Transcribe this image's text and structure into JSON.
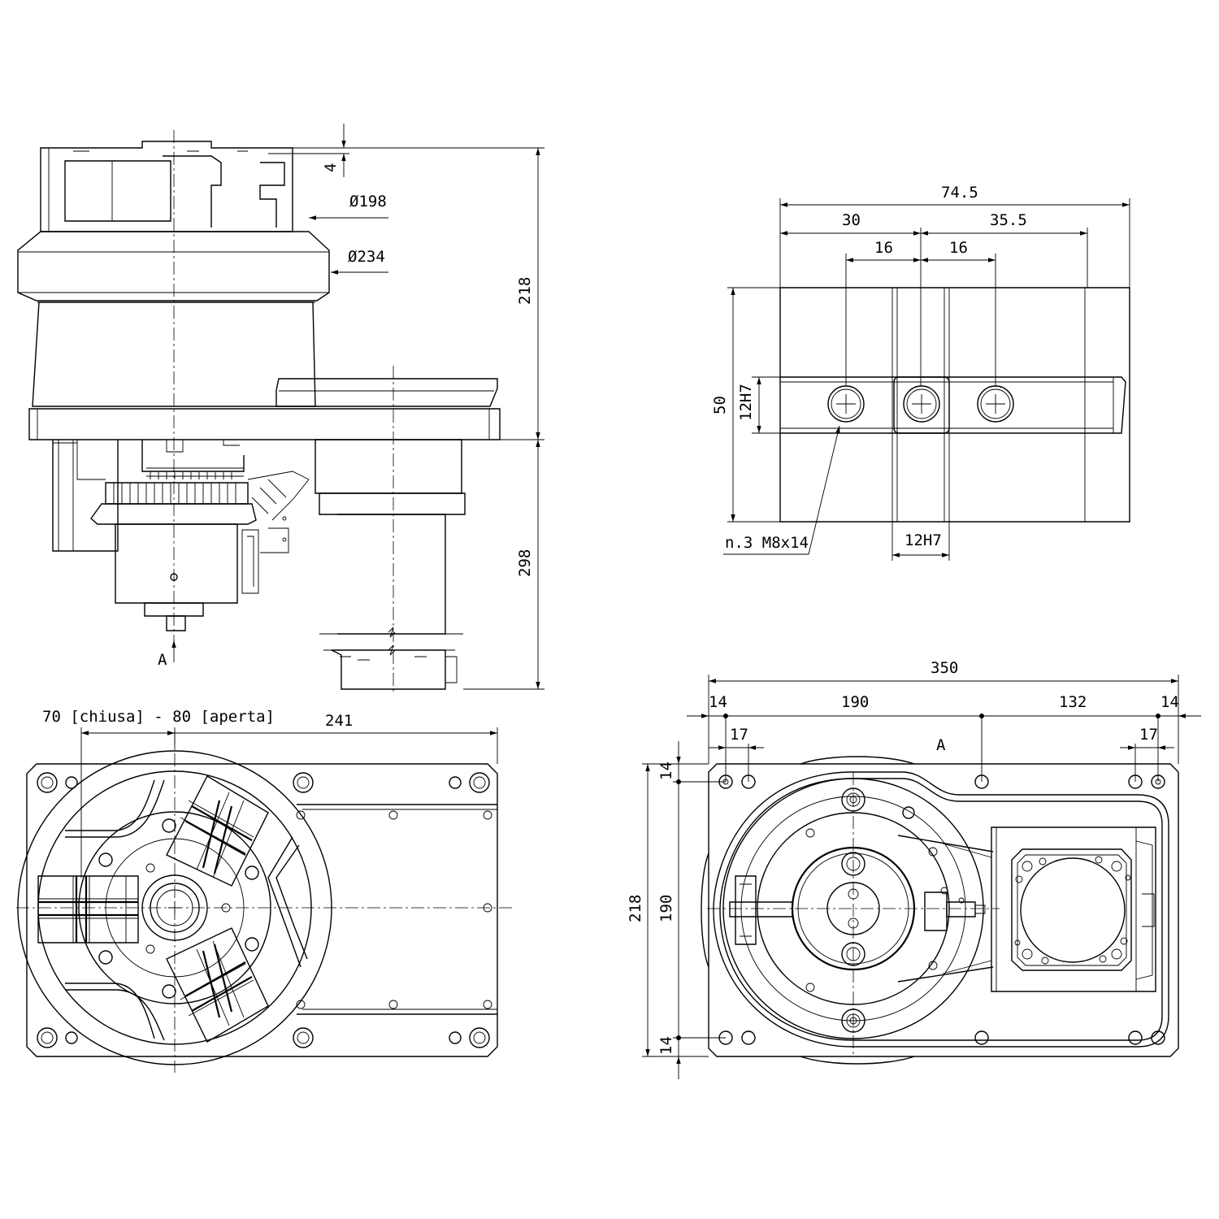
{
  "colors": {
    "line": "#000000",
    "background": "#ffffff"
  },
  "side_view": {
    "dim_offset": "4",
    "dim_diameter_1": "Ø198",
    "dim_diameter_2": "Ø234",
    "dim_height_upper": "218",
    "dim_height_lower": "298",
    "view_arrow": "A"
  },
  "jaw_detail": {
    "dim_total": "74.5",
    "dim_left": "30",
    "dim_right": "35.5",
    "dim_pitch_left": "16",
    "dim_pitch_right": "16",
    "dim_height": "50",
    "dim_slot_vertical": "12H7",
    "dim_slot_horizontal": "12H7",
    "thread_note": "n.3 M8x14"
  },
  "front_view": {
    "dim_stroke": "70 [chiusa] - 80 [aperta]",
    "dim_length": "241"
  },
  "bottom_view": {
    "dim_total": "350",
    "dim_edge_left": "14",
    "dim_span_1": "190",
    "dim_span_2": "132",
    "dim_edge_right": "14",
    "dim_hole_left": "17",
    "dim_hole_right": "17",
    "view_label": "A",
    "dim_height": "218",
    "dim_inner": "190",
    "dim_top": "14",
    "dim_bottom": "14"
  }
}
